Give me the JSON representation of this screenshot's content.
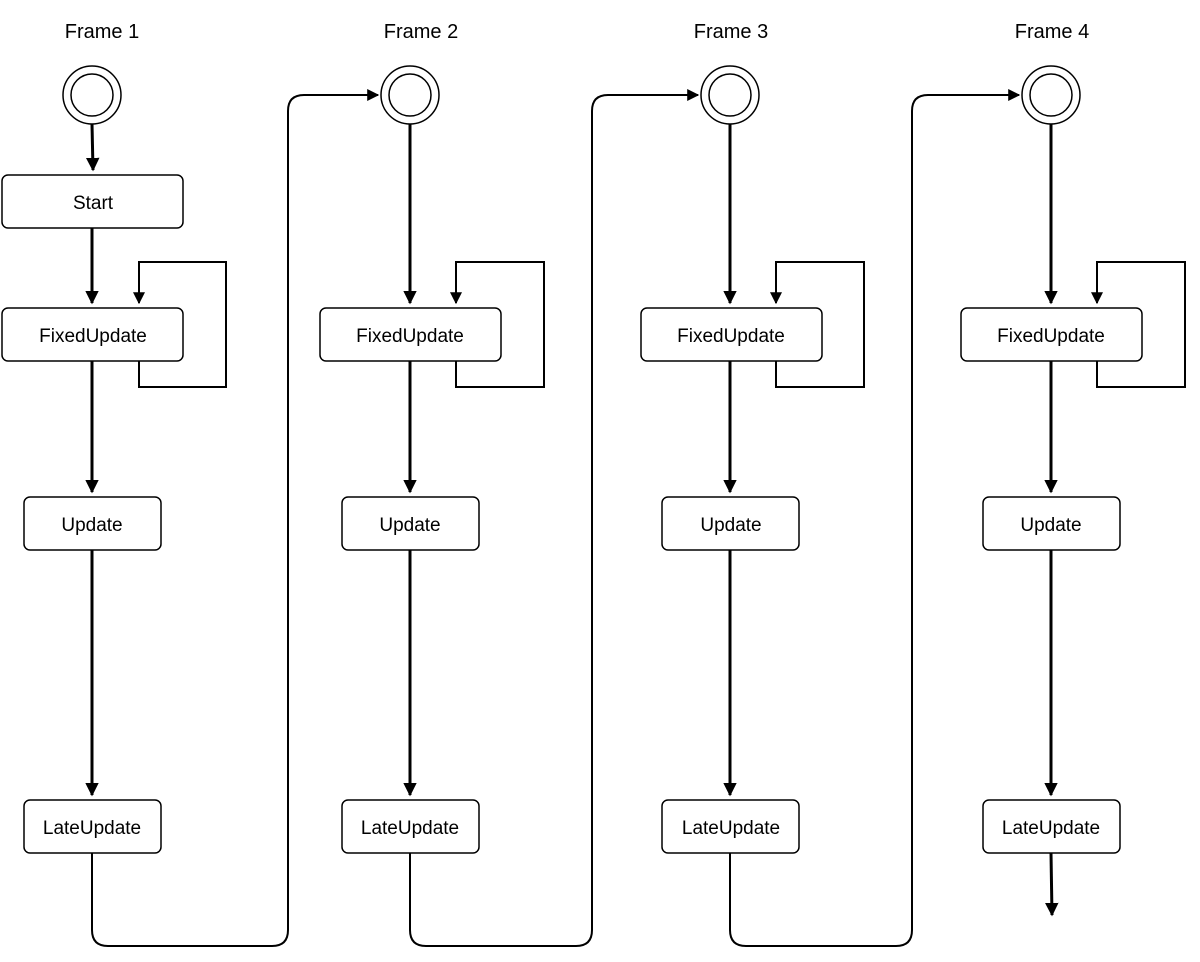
{
  "diagram": {
    "frames": [
      {
        "title": "Frame 1",
        "start_node": "Start",
        "fixed_update": "FixedUpdate",
        "update": "Update",
        "late_update": "LateUpdate"
      },
      {
        "title": "Frame 2",
        "fixed_update": "FixedUpdate",
        "update": "Update",
        "late_update": "LateUpdate"
      },
      {
        "title": "Frame 3",
        "fixed_update": "FixedUpdate",
        "update": "Update",
        "late_update": "LateUpdate"
      },
      {
        "title": "Frame 4",
        "fixed_update": "FixedUpdate",
        "update": "Update",
        "late_update": "LateUpdate"
      }
    ]
  }
}
